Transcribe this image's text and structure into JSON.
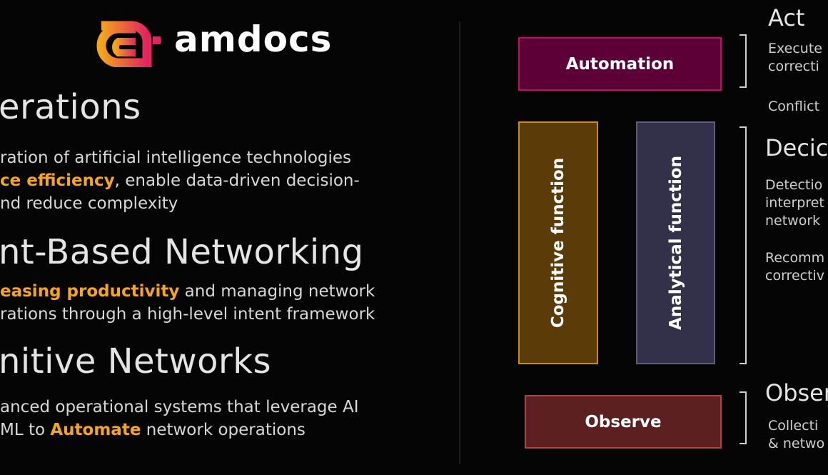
{
  "brand": {
    "name": "amdocs",
    "colors": {
      "logo_gradient_start": "#f2a51d",
      "logo_gradient_end": "#e2245f",
      "highlight": "#f7a51c"
    }
  },
  "left": {
    "section1": {
      "heading": "erations",
      "lines": [
        {
          "pre": "ration of artificial intelligence technologies",
          "hl": "",
          "post": ""
        },
        {
          "pre": "",
          "hl": "ce efficiency",
          "post": ", enable data-driven decision-"
        },
        {
          "pre": "nd reduce complexity",
          "hl": "",
          "post": ""
        }
      ]
    },
    "section2": {
      "heading": "nt-Based Networking",
      "lines": [
        {
          "pre": "",
          "hl": "easing productivity",
          "post": " and managing network"
        },
        {
          "pre": "rations through a high-level intent framework",
          "hl": "",
          "post": ""
        }
      ]
    },
    "section3": {
      "heading": "nitive Networks",
      "lines": [
        {
          "pre": "anced operational systems that leverage AI",
          "hl": "",
          "post": ""
        },
        {
          "pre": "ML to ",
          "hl": "Automate",
          "post": " network operations"
        }
      ]
    }
  },
  "diagram": {
    "automation": "Automation",
    "cognitive": "Cognitive function",
    "analytical": "Analytical function",
    "observe": "Observe"
  },
  "right": {
    "act": {
      "heading": "Act",
      "lines": [
        "Execute",
        "correcti"
      ],
      "extra": "Conflict"
    },
    "decide": {
      "heading": "Decic",
      "para1": [
        "Detectio",
        "interpret",
        "network"
      ],
      "para2": [
        "Recomm",
        "correctiv"
      ]
    },
    "observe": {
      "heading": "Obser",
      "lines": [
        "Collecti",
        "& netwo"
      ]
    }
  }
}
